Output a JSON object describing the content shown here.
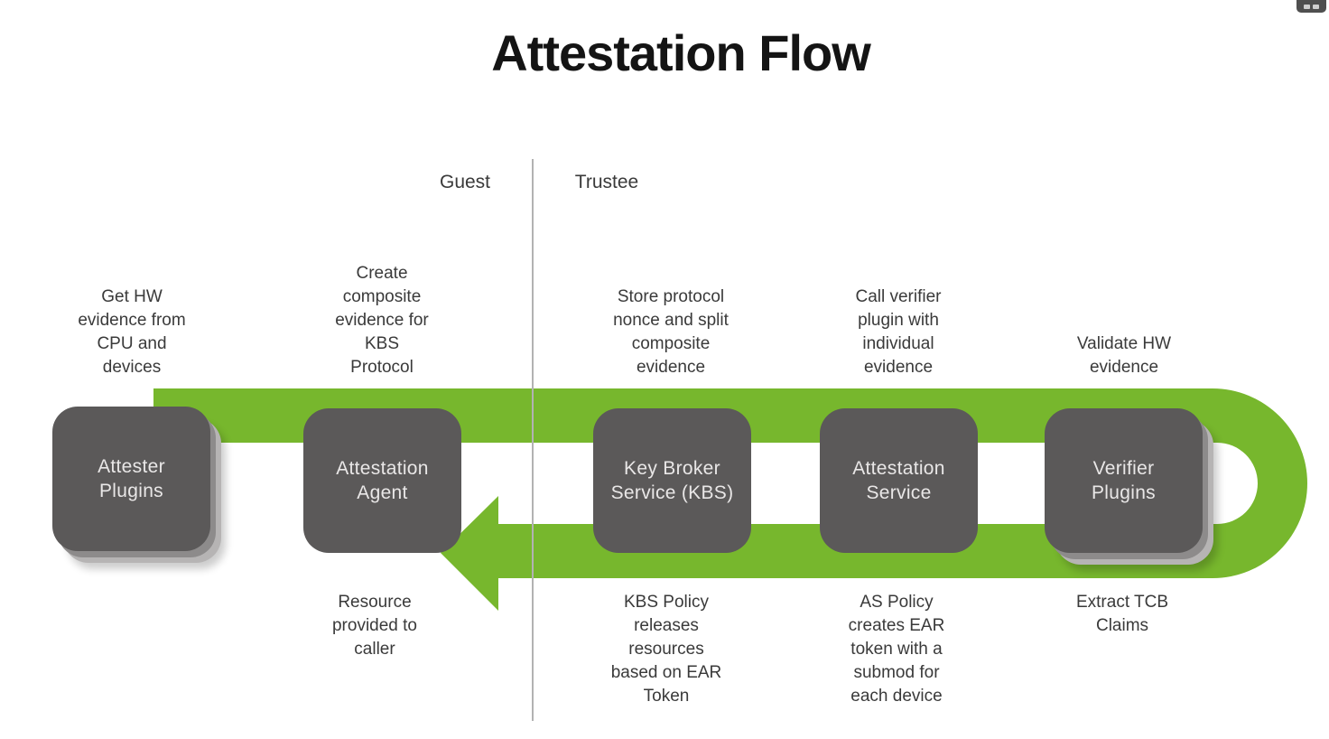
{
  "title": "Attestation Flow",
  "zones": {
    "left_label": "Guest",
    "right_label": "Trustee"
  },
  "controls": {
    "expand_button_icon": "expand-arrows-icon"
  },
  "colors": {
    "green": "#77b72d",
    "box": "#5b5959",
    "boxtext": "#e9e7e7",
    "text": "#3a3a3a",
    "divider": "#b2b2b2",
    "title": "#141414"
  },
  "nodes": [
    {
      "name": "attester-plugins",
      "label": "Attester\nPlugins",
      "note_top": "Get HW\nevidence from\nCPU and\ndevices",
      "note_bottom": "",
      "stacked": true
    },
    {
      "name": "attestation-agent",
      "label": "Attestation\nAgent",
      "note_top": "Create\ncomposite\nevidence for\nKBS\nProtocol",
      "note_bottom": "Resource\nprovided to\ncaller",
      "stacked": false
    },
    {
      "name": "key-broker-service",
      "label": "Key Broker\nService (KBS)",
      "note_top": "Store protocol\nnonce and split\ncomposite\nevidence",
      "note_bottom": "KBS Policy\nreleases\nresources\nbased on EAR\nToken",
      "stacked": false
    },
    {
      "name": "attestation-service",
      "label": "Attestation\nService",
      "note_top": "Call verifier\nplugin with\nindividual\nevidence",
      "note_bottom": "AS Policy\ncreates EAR\ntoken with a\nsubmod for\neach device",
      "stacked": false
    },
    {
      "name": "verifier-plugins",
      "label": "Verifier\nPlugins",
      "note_top": "Validate HW\nevidence",
      "note_bottom": "Extract TCB\nClaims",
      "stacked": true
    }
  ]
}
